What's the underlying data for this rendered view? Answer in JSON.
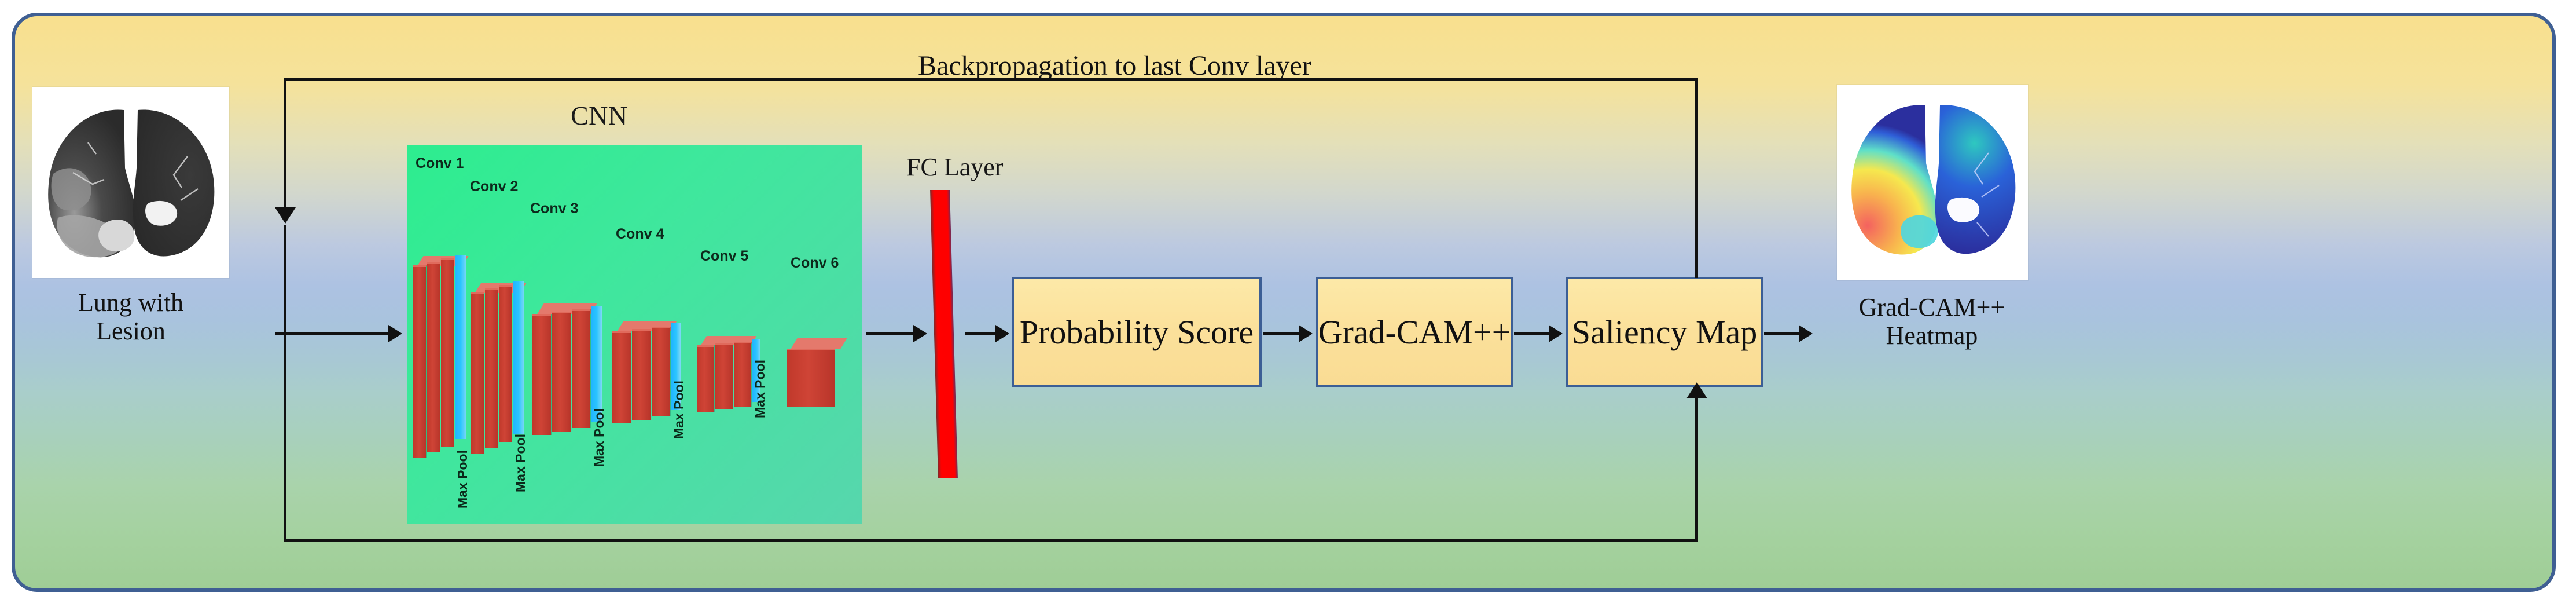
{
  "diagram": {
    "title": "Grad-CAM++ CNN explainability pipeline",
    "backprop_label": "Backpropagation to last Conv layer",
    "cnn_title": "CNN",
    "fc_label": "FC Layer"
  },
  "input_image": {
    "caption_line1": "Lung  with",
    "caption_line2": "Lesion",
    "alt": "axial lung CT slice with lesion"
  },
  "output_image": {
    "caption_line1": "Grad-CAM++",
    "caption_line2": "Heatmap",
    "alt": "jet colormap saliency heatmap over lung CT"
  },
  "cnn": {
    "conv_labels": [
      "Conv 1",
      "Conv 2",
      "Conv 3",
      "Conv 4",
      "Conv 5",
      "Conv 6"
    ],
    "pool_labels": [
      "Max Pool",
      "Max Pool",
      "Max Pool",
      "Max Pool",
      "Max Pool"
    ]
  },
  "boxes": [
    {
      "id": "probability-score",
      "label": "Probability Score"
    },
    {
      "id": "grad-cam-plus-plus",
      "label": "Grad-CAM++"
    },
    {
      "id": "saliency-map",
      "label": "Saliency Map"
    }
  ],
  "colors": {
    "frame_border": "#3f5f93",
    "box_fill": "#fbe09a",
    "box_border": "#3c5e95",
    "cnn_panel": "#3fe79d",
    "conv_block": "#c0392b",
    "pool_fin": "#1fb6ff",
    "fc_bar": "#ff0000",
    "connector": "#111111"
  }
}
